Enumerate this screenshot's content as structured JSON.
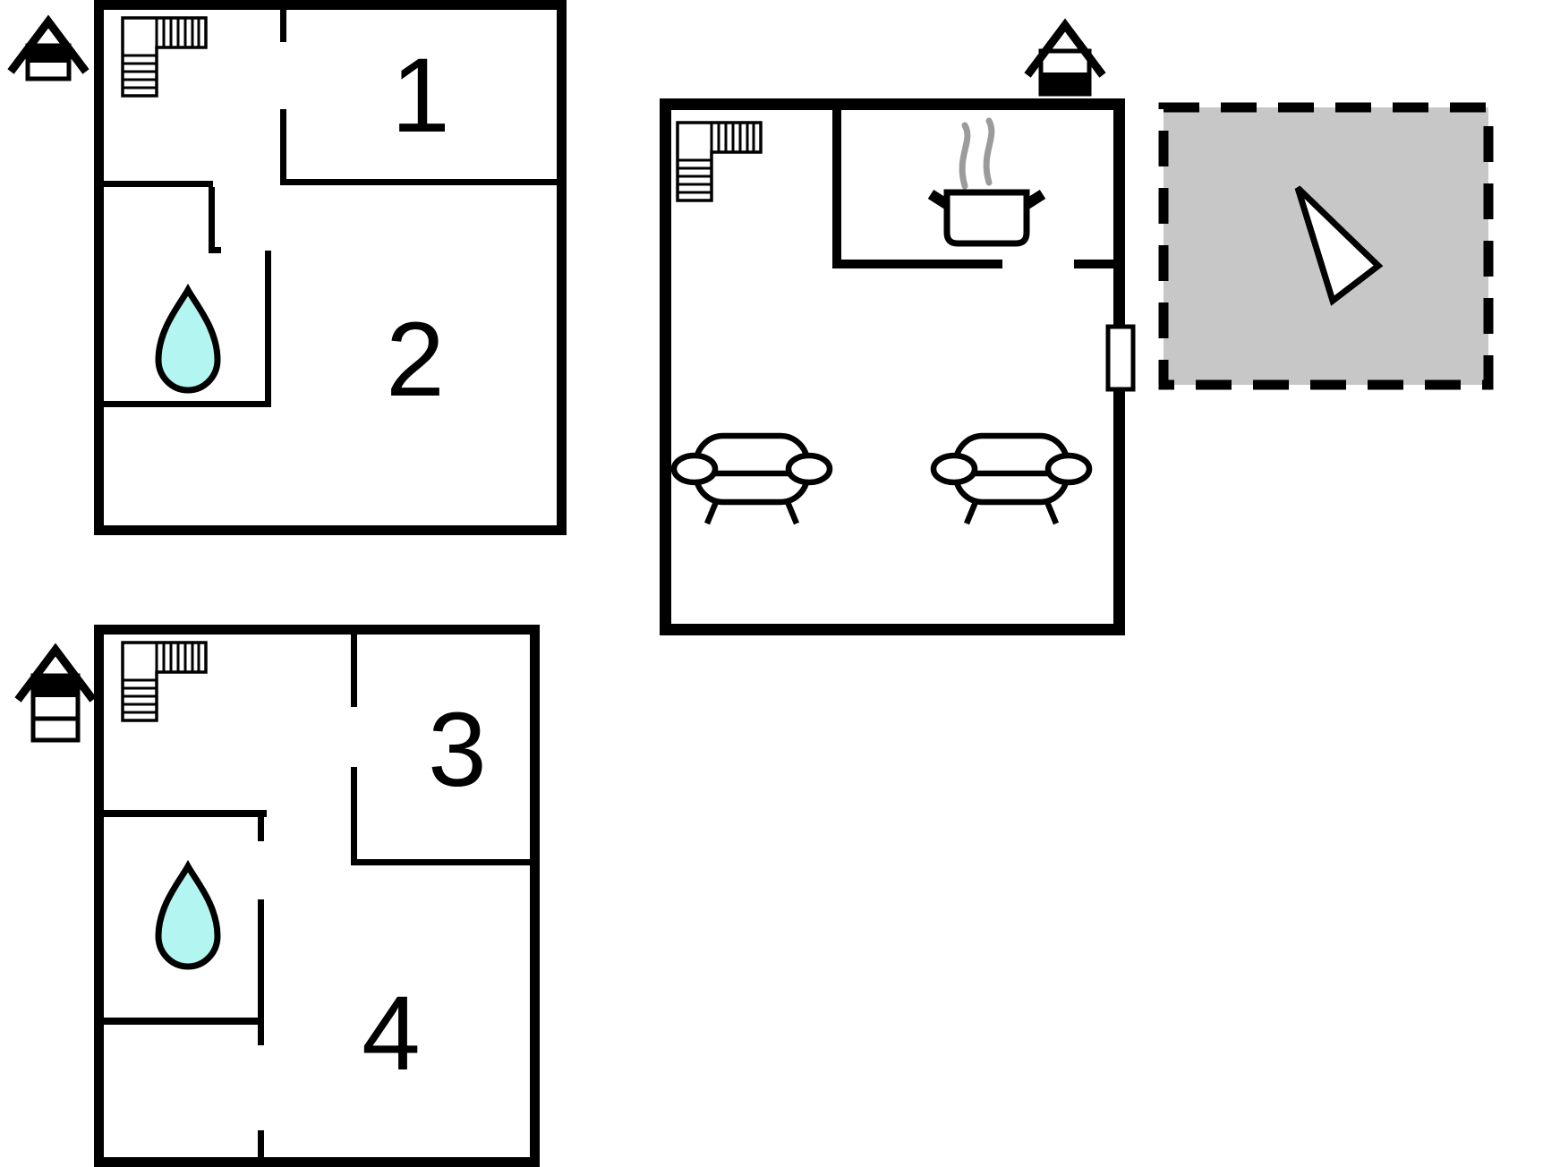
{
  "colors": {
    "background": "#ffffff",
    "wall": "#000000",
    "water_drop": "#b3f6f1",
    "terrace_fill": "#c7c7c7",
    "terrace_border": "#000000",
    "steam": "#9b9b9b",
    "door_fill": "#ffffff",
    "room_label": "#000000"
  },
  "rooms": {
    "r1": "1",
    "r2": "2",
    "r3": "3",
    "r4": "4"
  },
  "icons": {
    "stairs": "stairs-icon",
    "water_drop": "water-drop-icon",
    "house_upper": "house-level-icon-top-highlighted",
    "house_loft": "house-level-icon-top-of-three-highlighted",
    "house_ground": "house-level-icon-bottom-highlighted",
    "pot": "cooking-pot-icon",
    "steam": "steam-icon",
    "sofa": "sofa-icon",
    "door": "door-opening-icon",
    "compass": "compass-arrow-icon"
  }
}
